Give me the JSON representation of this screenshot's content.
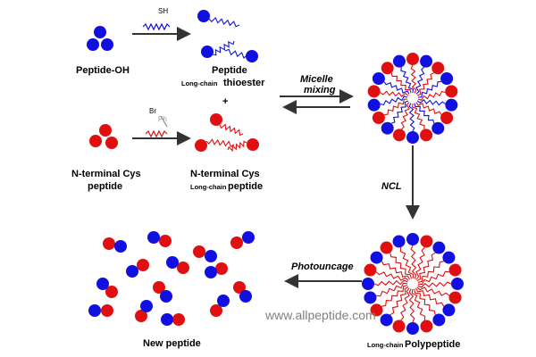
{
  "colors": {
    "blue": "#1010e0",
    "red": "#e01010",
    "arrow": "#333333",
    "sh_text": "#1010e0",
    "br_text": "#000000",
    "ph_text": "#999999",
    "watermark": "#808080"
  },
  "labels": {
    "peptide_oh": "Peptide-OH",
    "peptide_thioester_main": "Peptide",
    "peptide_thioester_prefix": "Long-chain",
    "peptide_thioester_suffix": "thioester",
    "plus": "+",
    "ncys_left_line1": "N-terminal Cys",
    "ncys_left_line2": "peptide",
    "ncys_right_line1": "N-terminal Cys",
    "ncys_right_prefix": "Long-chain",
    "ncys_right_suffix": "peptide",
    "micelle_line1": "Micelle",
    "micelle_line2": "mixing",
    "ncl": "NCL",
    "photouncage": "Photouncage",
    "new_peptide": "New peptide",
    "poly_prefix": "Long-chain",
    "poly_suffix": "Polypeptide"
  },
  "reagents": {
    "sh": "SH",
    "br": "Br",
    "ph": "Ph"
  },
  "watermark": "www.allpeptide.com"
}
